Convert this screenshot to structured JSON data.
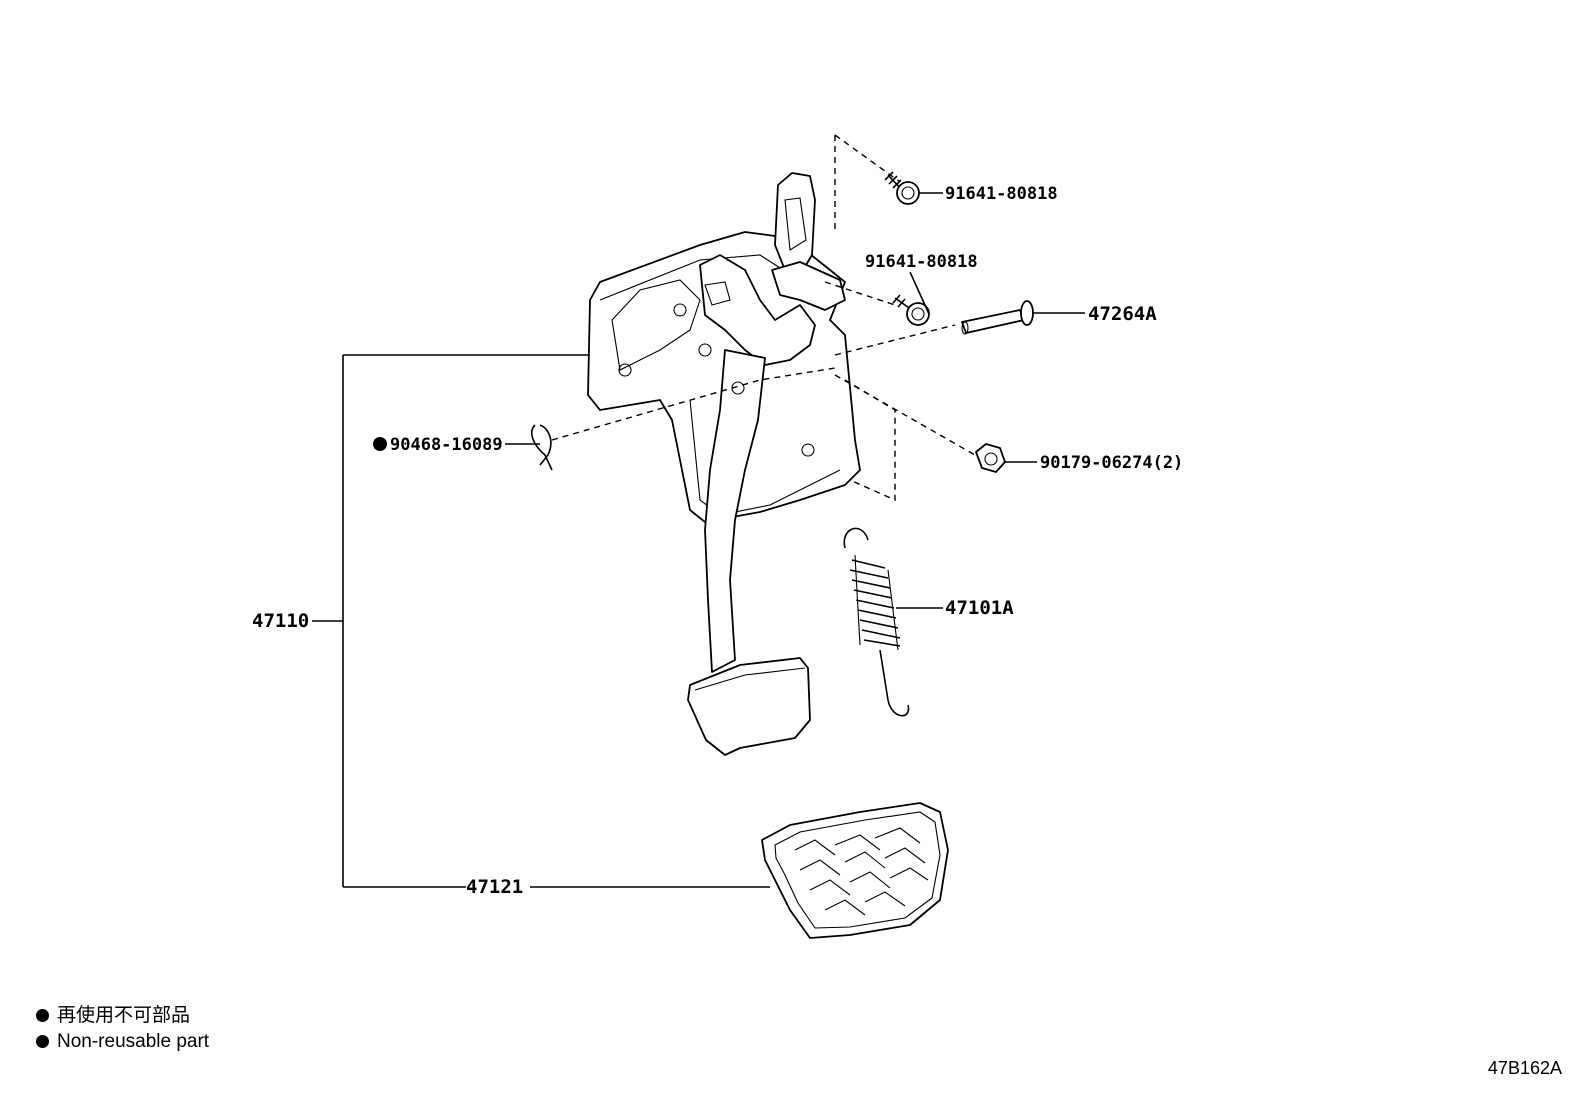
{
  "labels": {
    "bolt_upper": "91641-80818",
    "bolt_lower": "91641-80818",
    "pin": "47264A",
    "clip": "90468-16089",
    "nut": "90179-06274(2)",
    "spring": "47101A",
    "pedal_assy": "47110",
    "pad": "47121"
  },
  "legend": {
    "jp": "再使用不可部品",
    "en": "Non-reusable part"
  },
  "figure_code": "47B162A",
  "colors": {
    "ink": "#000000",
    "paper": "#ffffff"
  }
}
